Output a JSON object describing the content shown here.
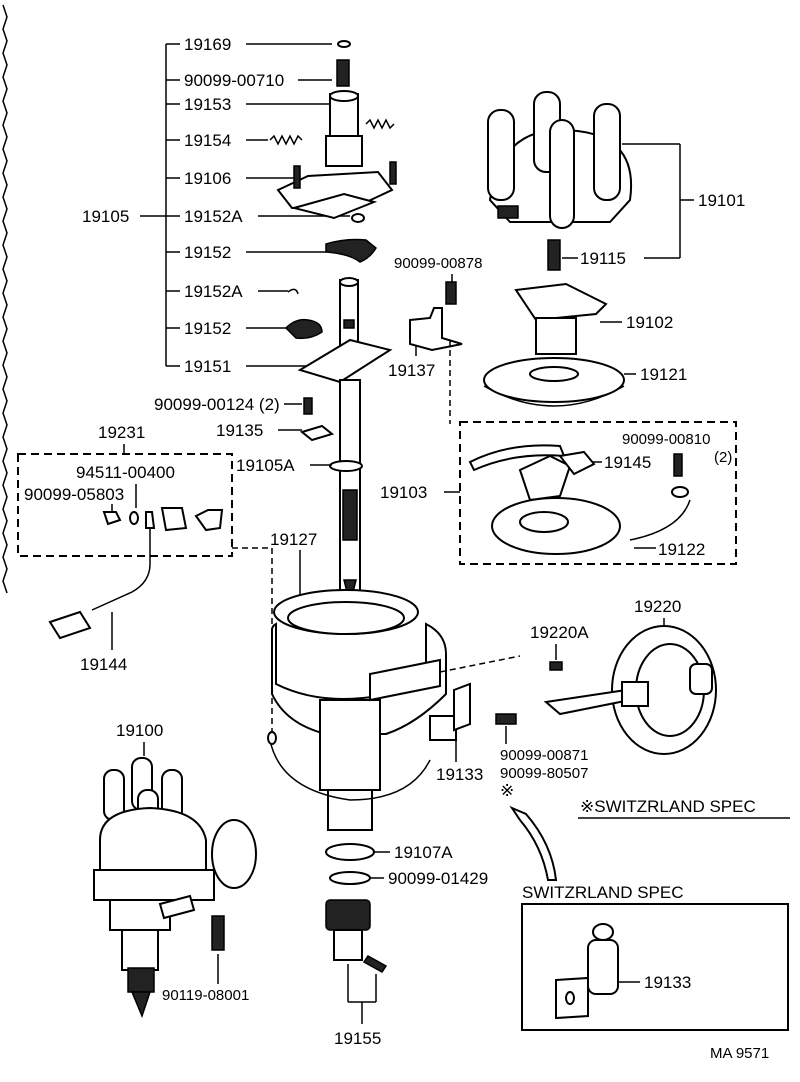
{
  "labels": {
    "p19169": "19169",
    "p90099_00710": "90099-00710",
    "p19153": "19153",
    "p19154": "19154",
    "p19106": "19106",
    "p19105": "19105",
    "p19152A_1": "19152A",
    "p19152_1": "19152",
    "p19152A_2": "19152A",
    "p19152_2": "19152",
    "p19151": "19151",
    "p90099_00124": "90099-00124 (2)",
    "p19135": "19135",
    "p19105A": "19105A",
    "p19231": "19231",
    "p94511_00400": "94511-00400",
    "p90099_05803": "90099-05803",
    "p19127": "19127",
    "p19144": "19144",
    "p19101": "19101",
    "p19115": "19115",
    "p90099_00878": "90099-00878",
    "p19102": "19102",
    "p19137": "19137",
    "p19121": "19121",
    "p90099_00810": "90099-00810",
    "p90099_00810_qty": "(2)",
    "p19145": "19145",
    "p19103": "19103",
    "p19122": "19122",
    "p19220": "19220",
    "p19220A": "19220A",
    "p90099_00871": "90099-00871",
    "p90099_80507": "90099-80507",
    "p19133": "19133",
    "mark": "※",
    "p19100": "19100",
    "p19107A": "19107A",
    "p90099_01429": "90099-01429",
    "p90119_08001": "90119-08001",
    "p19155": "19155",
    "p19133_sw": "19133"
  },
  "notes": {
    "switz_note": "※SWITZRLAND SPEC",
    "switz_box_title": "SWITZRLAND SPEC",
    "diagram_code": "MA 9571"
  }
}
